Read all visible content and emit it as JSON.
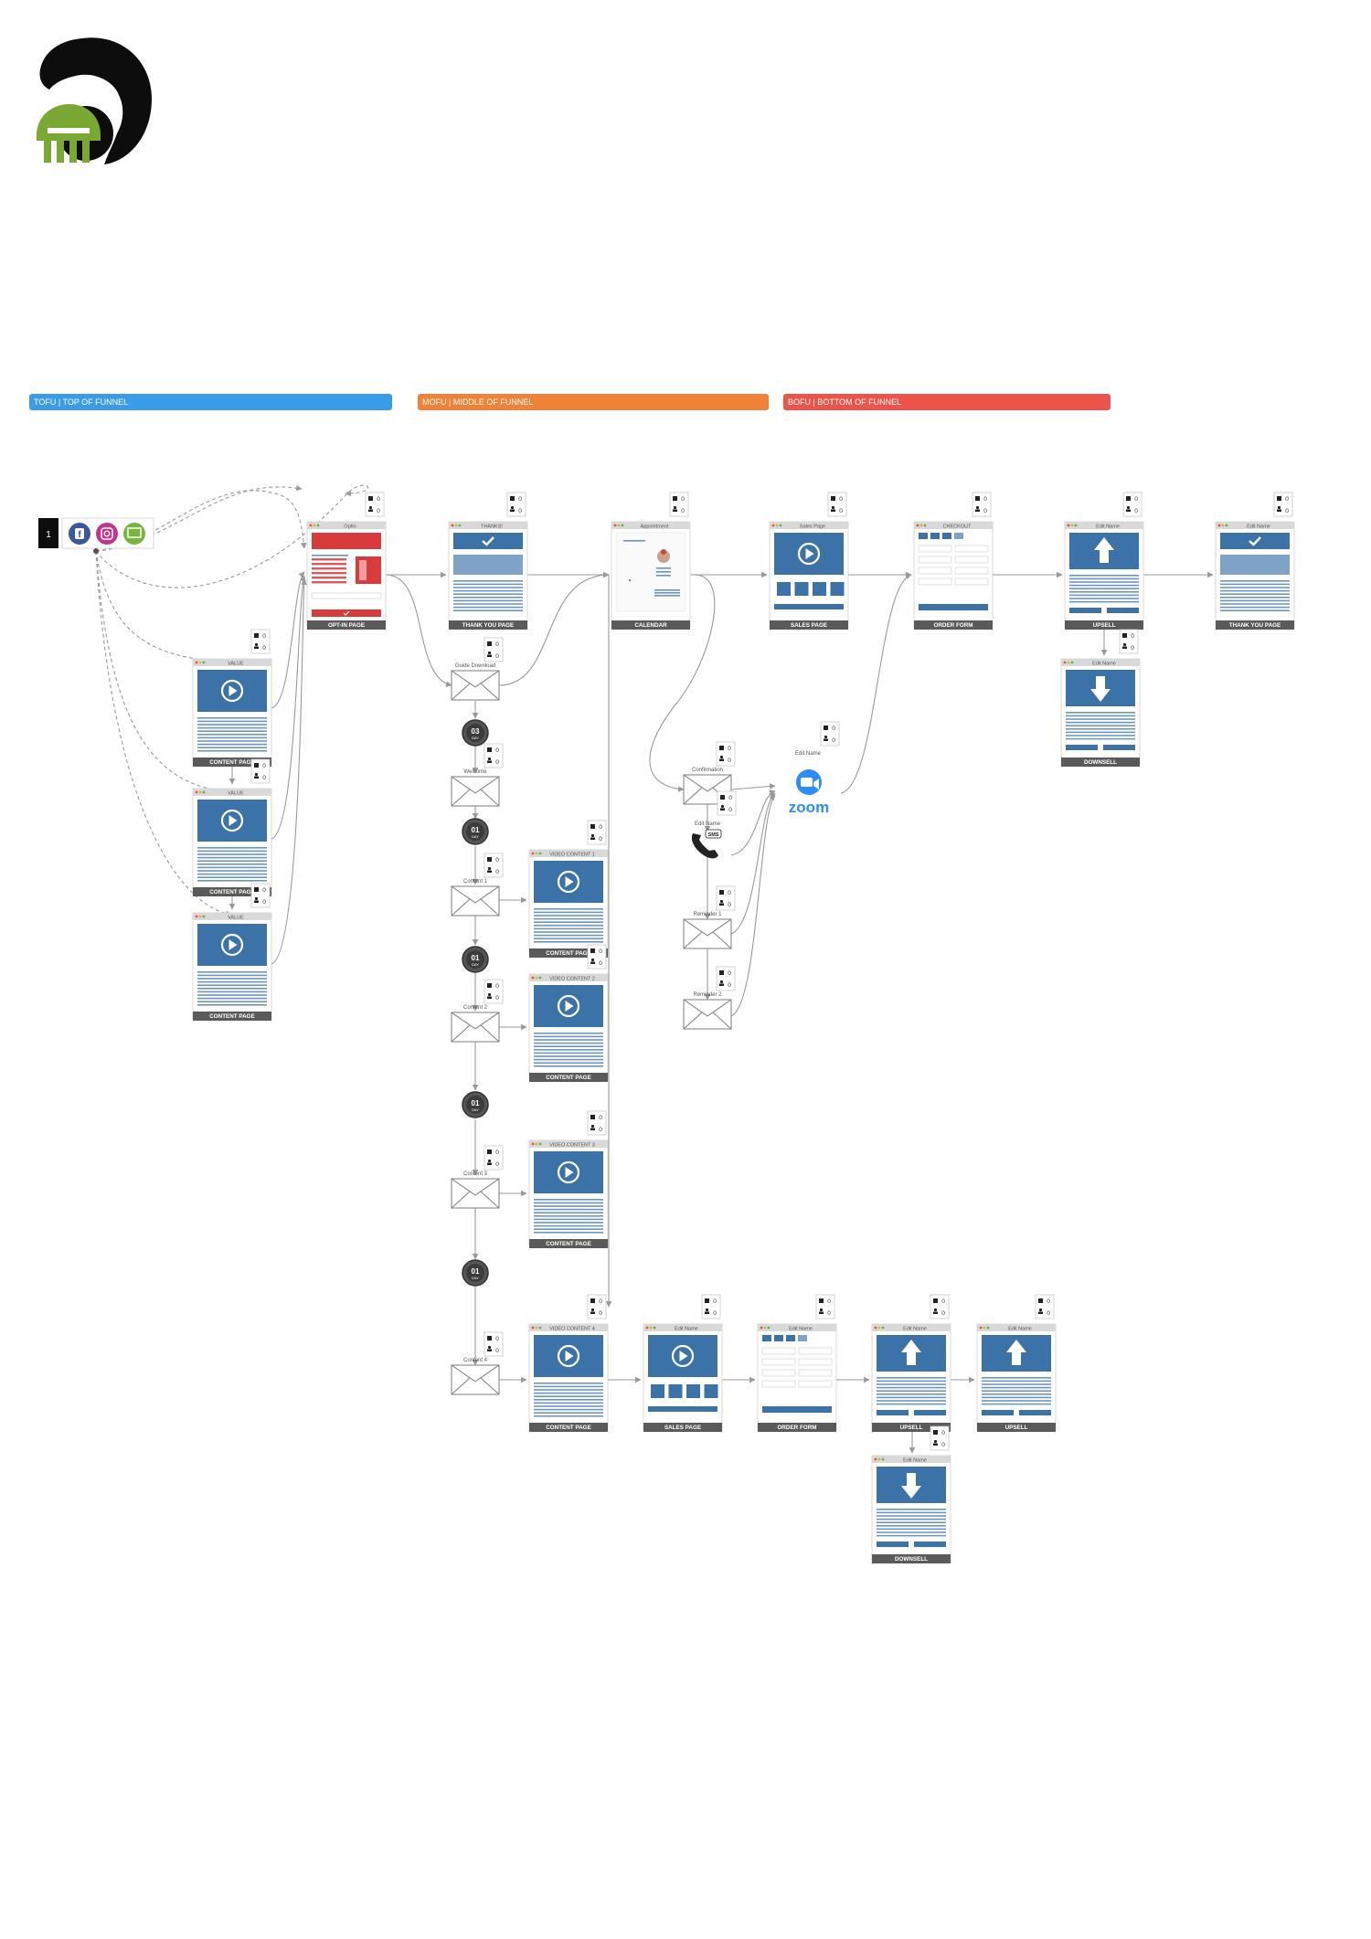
{
  "stages": [
    {
      "label": "TOFU | TOP OF FUNNEL",
      "color": "#3a9be8"
    },
    {
      "label": "MOFU | MIDDLE OF FUNNEL",
      "color": "#ef8237"
    },
    {
      "label": "BOFU | BOTTOM OF FUNNEL",
      "color": "#ec5349"
    }
  ],
  "source": {
    "badge": "1",
    "icons": [
      "facebook-icon",
      "instagram-icon",
      "display-ad-icon"
    ]
  },
  "pages": [
    {
      "id": "optin",
      "title": "Optin",
      "footer": "OPT-IN PAGE",
      "type": "optin",
      "stat1": "0",
      "stat2": "0"
    },
    {
      "id": "thankyou1",
      "title": "THANKS!",
      "footer": "THANK YOU PAGE",
      "type": "thanks",
      "stat1": "0",
      "stat2": "0"
    },
    {
      "id": "calendar",
      "title": "Appointment",
      "footer": "CALENDAR",
      "type": "calendar",
      "stat1": "0",
      "stat2": "0"
    },
    {
      "id": "sales1",
      "title": "Sales Page",
      "footer": "SALES PAGE",
      "type": "sales",
      "stat1": "0",
      "stat2": "0"
    },
    {
      "id": "order1",
      "title": "CHECKOUT",
      "footer": "ORDER FORM",
      "type": "order",
      "stat1": "0",
      "stat2": "0"
    },
    {
      "id": "upsell1",
      "title": "Edit Name",
      "footer": "UPSELL",
      "type": "upsell",
      "stat1": "0",
      "stat2": "0"
    },
    {
      "id": "thankyou2",
      "title": "Edit Name",
      "footer": "THANK YOU PAGE",
      "type": "thanks",
      "stat1": "0",
      "stat2": "0"
    },
    {
      "id": "downsell1",
      "title": "Edit Name",
      "footer": "DOWNSELL",
      "type": "downsell",
      "stat1": "0",
      "stat2": "0"
    },
    {
      "id": "value1",
      "title": "VALUE",
      "footer": "CONTENT PAGE",
      "type": "video",
      "stat1": "0",
      "stat2": "0"
    },
    {
      "id": "value2",
      "title": "VALUE",
      "footer": "CONTENT PAGE",
      "type": "video",
      "stat1": "0",
      "stat2": "0"
    },
    {
      "id": "value3",
      "title": "VALUE",
      "footer": "CONTENT PAGE",
      "type": "video",
      "stat1": "0",
      "stat2": "0"
    },
    {
      "id": "vc1",
      "title": "VIDEO CONTENT 1",
      "footer": "CONTENT PAGE",
      "type": "video",
      "stat1": "0",
      "stat2": "0"
    },
    {
      "id": "vc2",
      "title": "VIDEO CONTENT 2",
      "footer": "CONTENT PAGE",
      "type": "video",
      "stat1": "0",
      "stat2": "0"
    },
    {
      "id": "vc3",
      "title": "VIDEO CONTENT 3",
      "footer": "CONTENT PAGE",
      "type": "video",
      "stat1": "0",
      "stat2": "0"
    },
    {
      "id": "vc4",
      "title": "VIDEO CONTENT 4",
      "footer": "CONTENT PAGE",
      "type": "video",
      "stat1": "0",
      "stat2": "0"
    },
    {
      "id": "sales2",
      "title": "Edit Name",
      "footer": "SALES PAGE",
      "type": "sales",
      "stat1": "0",
      "stat2": "0"
    },
    {
      "id": "order2",
      "title": "Edit Name",
      "footer": "ORDER FORM",
      "type": "order",
      "stat1": "0",
      "stat2": "0"
    },
    {
      "id": "upsell2",
      "title": "Edit Name",
      "footer": "UPSELL",
      "type": "upsell",
      "stat1": "0",
      "stat2": "0"
    },
    {
      "id": "upsell3",
      "title": "Edit Name",
      "footer": "UPSELL",
      "type": "upsell",
      "stat1": "0",
      "stat2": "0"
    },
    {
      "id": "downsell2",
      "title": "Edit Name",
      "footer": "DOWNSELL",
      "type": "downsell",
      "stat1": "0",
      "stat2": "0"
    }
  ],
  "emails": [
    {
      "id": "e-guide",
      "label": "Guide Download",
      "stat1": "0",
      "stat2": "0"
    },
    {
      "id": "e-welcome",
      "label": "Welcome",
      "stat1": "0",
      "stat2": "0"
    },
    {
      "id": "e-c1",
      "label": "Content 1",
      "stat1": "0",
      "stat2": "0"
    },
    {
      "id": "e-c2",
      "label": "Content 2",
      "stat1": "0",
      "stat2": "0"
    },
    {
      "id": "e-c3",
      "label": "Content 3",
      "stat1": "0",
      "stat2": "0"
    },
    {
      "id": "e-c4",
      "label": "Content 4",
      "stat1": "0",
      "stat2": "0"
    },
    {
      "id": "e-confirm",
      "label": "Confirmation",
      "stat1": "0",
      "stat2": "0"
    },
    {
      "id": "e-rem1",
      "label": "Reminder 1",
      "stat1": "0",
      "stat2": "0"
    },
    {
      "id": "e-rem2",
      "label": "Reminder 2",
      "stat1": "0",
      "stat2": "0"
    }
  ],
  "waits": [
    {
      "id": "w1",
      "value": "03",
      "unit": "DAY"
    },
    {
      "id": "w2",
      "value": "01",
      "unit": "DAY"
    },
    {
      "id": "w3",
      "value": "01",
      "unit": "DAY"
    },
    {
      "id": "w4",
      "value": "01",
      "unit": "DAY"
    },
    {
      "id": "w5",
      "value": "01",
      "unit": "DAY"
    }
  ],
  "sms": {
    "label": "Edit Name",
    "badge": "SMS",
    "stat1": "0",
    "stat2": "0"
  },
  "zoom": {
    "label": "Edit Name",
    "text": "zoom",
    "stat1": "0",
    "stat2": "0"
  },
  "colors": {
    "pageBlue": "#3b72a8",
    "footerGray": "#5a5a5a",
    "optinRed": "#d93a3a",
    "zoomBlue": "#2d8cff",
    "line": "#9a9a9a"
  }
}
